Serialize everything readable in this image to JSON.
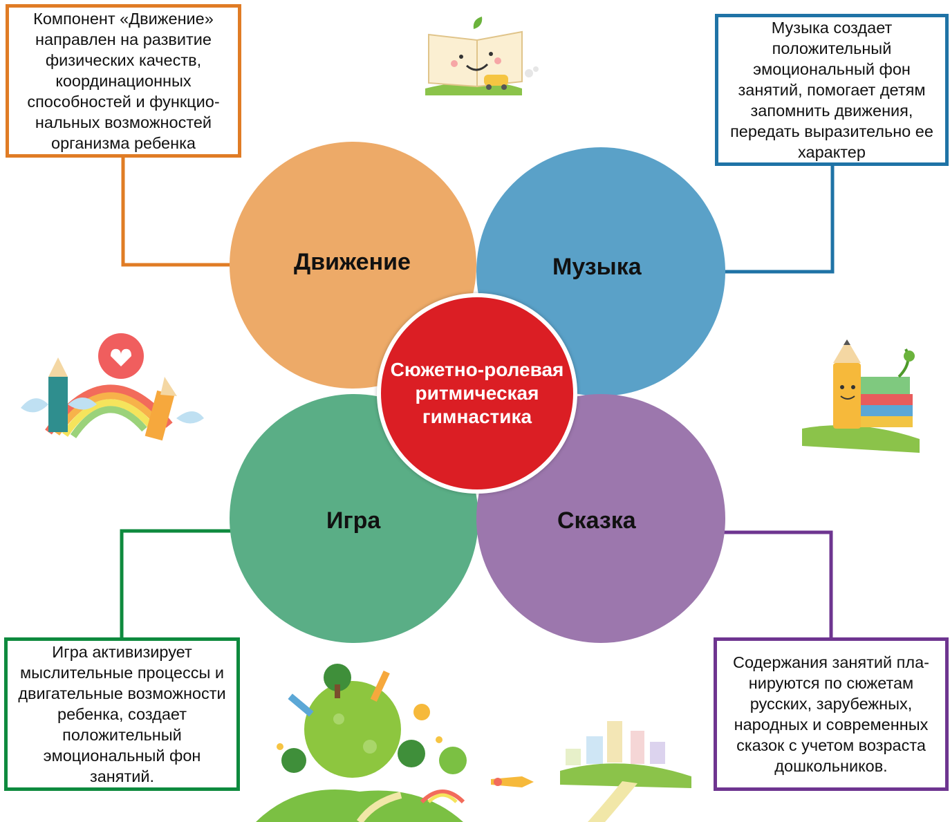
{
  "colors": {
    "dvizhenie": "#EDAA68",
    "muzyka": "#5AA1C8",
    "igra": "#5AAE86",
    "skazka": "#9C77AD",
    "center": "#DB1E24",
    "box_orange": "#E07C25",
    "box_blue": "#1F73A6",
    "box_green": "#0E8A3E",
    "box_purple": "#6E3590"
  },
  "center": {
    "line1": "Сюжетно-ролевая",
    "line2": "ритмическая",
    "line3": "гимнастика"
  },
  "circles": {
    "dvizhenie": "Движение",
    "muzyka": "Музыка",
    "igra": "Игра",
    "skazka": "Сказка"
  },
  "boxes": {
    "dvizhenie": [
      "Компонент «Движение»",
      "направлен на развитие",
      "физических качеств,",
      "координационных",
      "способностей и функцио-",
      "нальных возможностей",
      "организма ребенка"
    ],
    "muzyka": [
      "Музыка создает",
      "положительный",
      "эмоциональный фон",
      "занятий, помогает детям",
      "запомнить движения,",
      "передать выразительно ее",
      "характер"
    ],
    "igra": [
      "Игра активизирует",
      "мыслительные процессы и",
      "двигательные возможности",
      "ребенка, создает",
      "положительный",
      "эмоциональный фон",
      "занятий."
    ],
    "skazka": [
      "Содержания занятий пла-",
      "нируются по сюжетам",
      "русских, зарубежных,",
      "народных и современных",
      "сказок с учетом возраста",
      "дошкольников."
    ]
  },
  "icons": [
    "book-sticker-icon",
    "rainbow-pencils-icon",
    "pencil-books-icon",
    "green-planet-icon",
    "city-road-icon"
  ]
}
